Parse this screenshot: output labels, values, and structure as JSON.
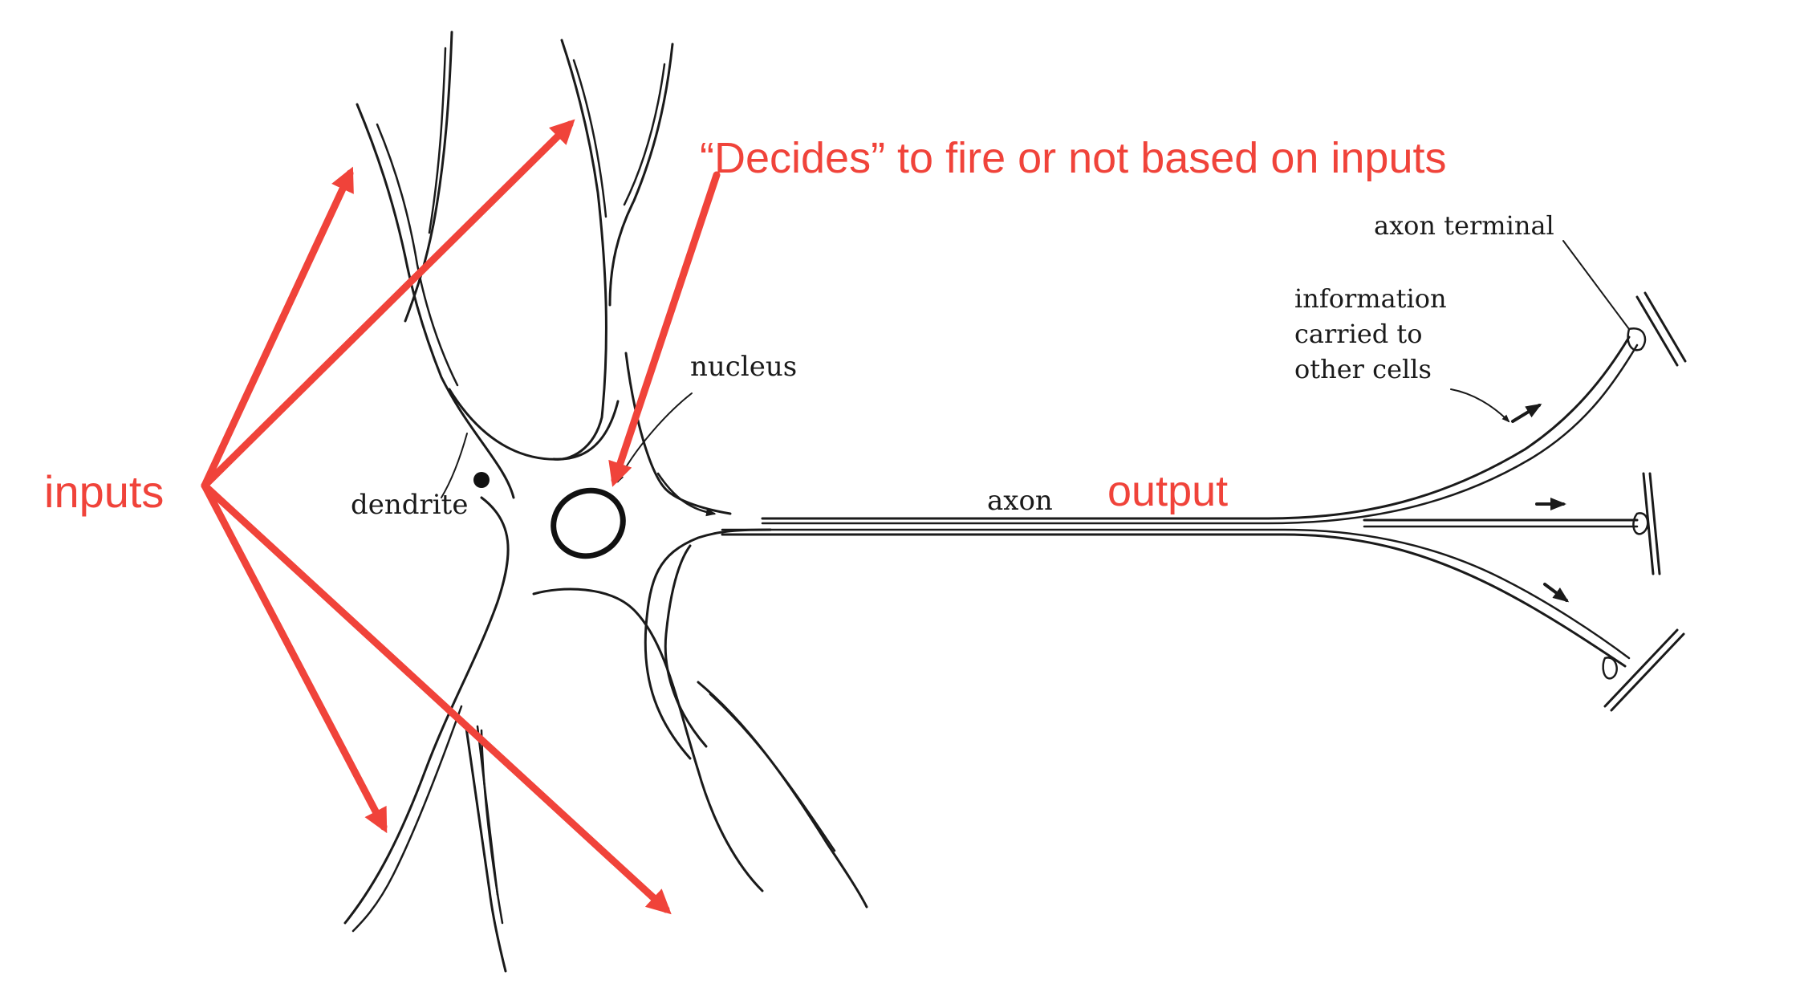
{
  "colors": {
    "annotation": "#f0433a",
    "ink": "#1a1a1a",
    "background": "#ffffff"
  },
  "annotations": {
    "inputs": "inputs",
    "decides": "“Decides” to fire or not based on inputs",
    "output": "output"
  },
  "labels": {
    "nucleus": "nucleus",
    "dendrite": "dendrite",
    "axon": "axon",
    "axon_terminal": "axon terminal",
    "information": [
      "information",
      "carried to",
      "other cells"
    ]
  }
}
